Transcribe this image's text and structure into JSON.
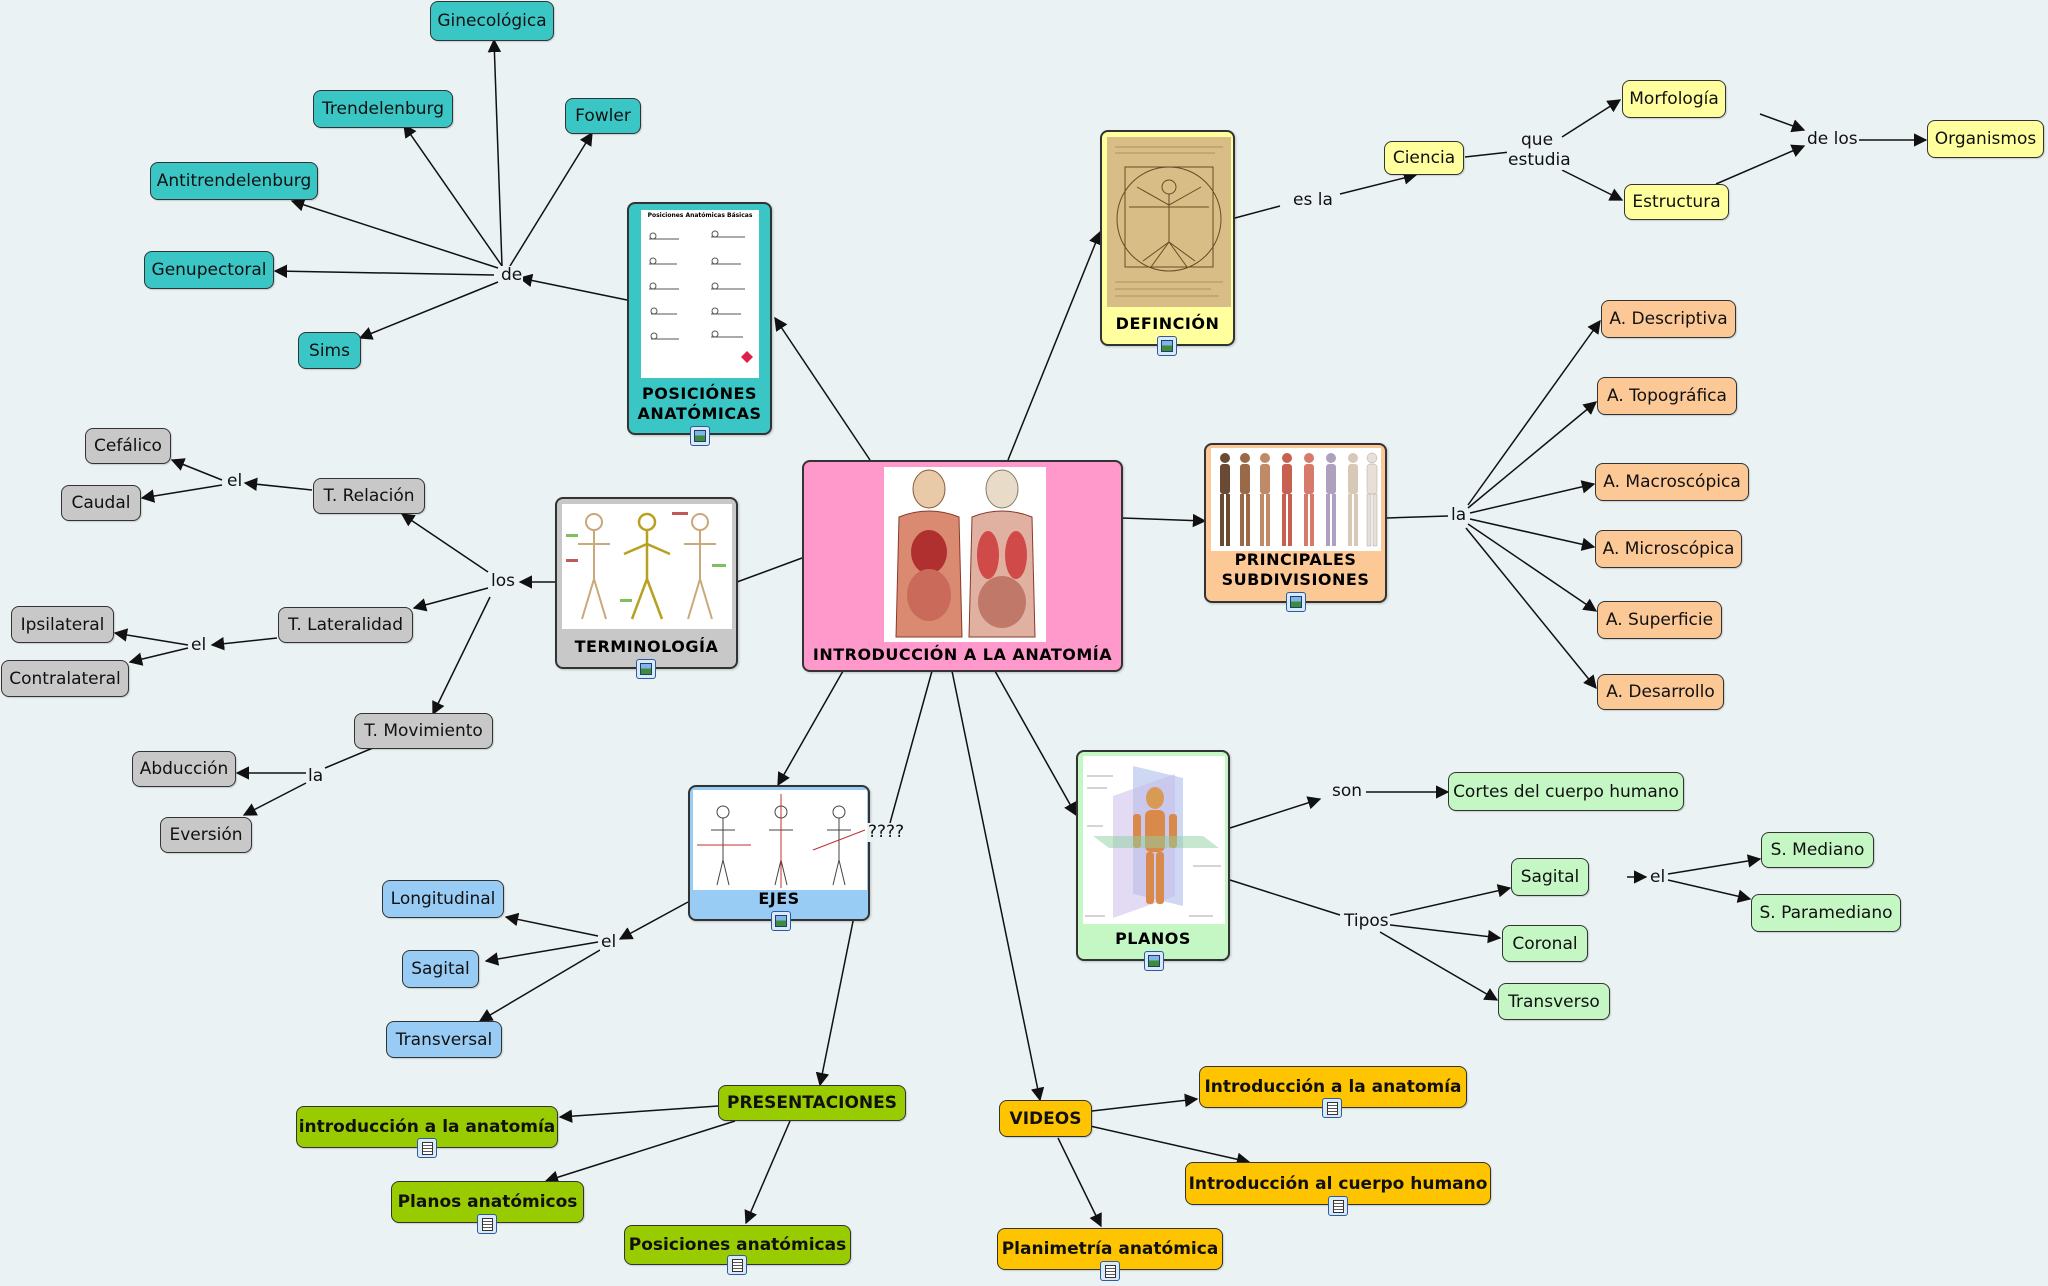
{
  "colors": {
    "background": "#eaf2f4",
    "cyan": "#3bc6c6",
    "yellow": "#ffff9e",
    "orange": "#fbc896",
    "green": "#c4f7c4",
    "gray": "#c8c8c8",
    "blue": "#99ccf5",
    "olive": "#99cc00",
    "gold": "#ffc400",
    "center": "#ff99cc"
  },
  "center": {
    "title": "INTRODUCCIÓN A LA ANATOMÍA"
  },
  "posiciones": {
    "title_line1": "POSICIÓNES",
    "title_line2": "ANATÓMICAS",
    "thumb_caption": "Posiciones Anatómicas Básicas",
    "link": "de",
    "items": [
      "Ginecológica",
      "Trendelenburg",
      "Fowler",
      "Antitrendelenburg",
      "Genupectoral",
      "Sims"
    ]
  },
  "definicion": {
    "title": "DEFINCIÓN",
    "link": "es la",
    "ciencia": "Ciencia",
    "que_estudia_1": "que",
    "que_estudia_2": "estudia",
    "morfologia": "Morfología",
    "estructura": "Estructura",
    "de_los": "de los",
    "organismos": "Organismos"
  },
  "subdivisiones": {
    "title_line1": "PRINCIPALES",
    "title_line2": "SUBDIVISIONES",
    "link": "la",
    "items": [
      "A. Descriptiva",
      "A. Topográfica",
      "A. Macroscópica",
      "A. Microscópica",
      "A. Superficie",
      "A. Desarrollo"
    ]
  },
  "terminologia": {
    "title": "TERMINOLOGÍA",
    "link": "los",
    "relacion": {
      "label": "T. Relación",
      "link": "el",
      "items": [
        "Cefálico",
        "Caudal"
      ]
    },
    "lateralidad": {
      "label": "T. Lateralidad",
      "link": "el",
      "items": [
        "Ipsilateral",
        "Contralateral"
      ]
    },
    "movimiento": {
      "label": "T. Movimiento",
      "link": "la",
      "items": [
        "Abducción",
        "Eversión"
      ]
    }
  },
  "ejes": {
    "title": "EJES",
    "link": "el",
    "question": "????",
    "items": [
      "Longitudinal",
      "Sagital",
      "Transversal"
    ]
  },
  "planos": {
    "title": "PLANOS",
    "son": "son",
    "cortes": "Cortes del cuerpo humano",
    "tipos": "Tipos",
    "sagital": "Sagital",
    "el": "el",
    "mediano": "S. Mediano",
    "paramediano": "S. Paramediano",
    "coronal": "Coronal",
    "transverso": "Transverso"
  },
  "presentaciones": {
    "title": "PRESENTACIONES",
    "items": [
      "introducción a la anatomía",
      "Planos anatómicos",
      "Posiciones anatómicas"
    ]
  },
  "videos": {
    "title": "VIDEOS",
    "items": [
      "Introducción a la anatomía",
      "Introducción al cuerpo humano",
      "Planimetría anatómica"
    ]
  }
}
